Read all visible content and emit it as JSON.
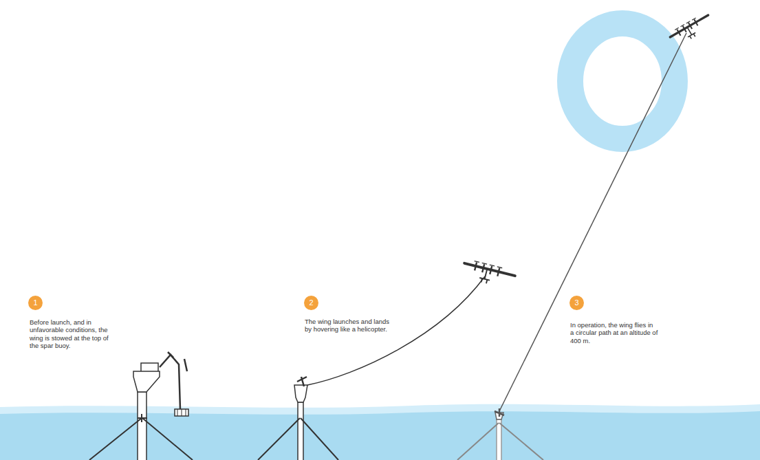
{
  "diagram": {
    "nodes": [
      {
        "text": [
          "1"
        ]
      },
      {
        "text": [
          "2"
        ]
      },
      {
        "text": [
          "3"
        ]
      }
    ],
    "labels": [
      "Before launch, and in unfavorable conditions, the wing is stowed at the top of the spar buoy.",
      "The wing launches and lands by hovering like a helicopter.",
      "In operation, the wing flies in a circular path at an altitude of 400 m."
    ]
  }
}
